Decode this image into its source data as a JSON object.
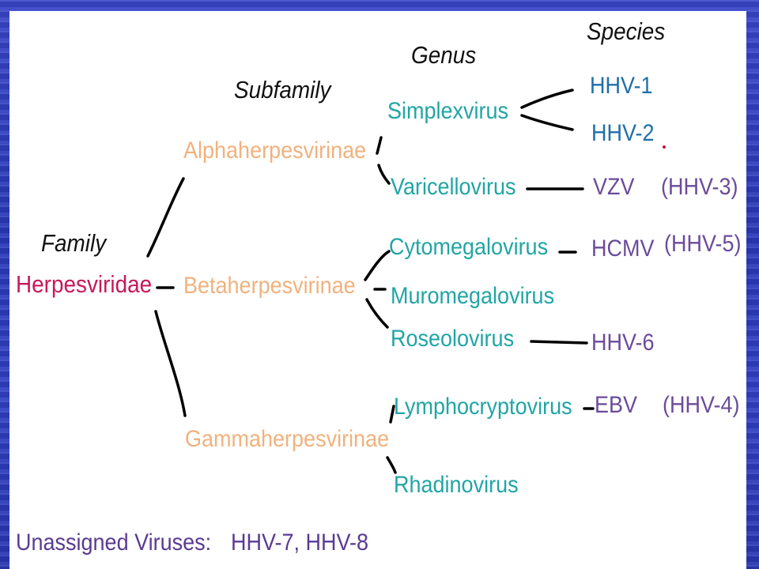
{
  "headings": {
    "family": "Family",
    "subfamily": "Subfamily",
    "genus": "Genus",
    "species": "Species"
  },
  "family": "Herpesviridae",
  "subfamilies": [
    "Alphaherpesvirinae",
    "Betaherpesvirinae",
    "Gammaherpesvirinae"
  ],
  "genera": {
    "simplexvirus": "Simplexvirus",
    "varicellovirus": "Varicellovirus",
    "cytomegalovirus": "Cytomegalovirus",
    "muromegalovirus": "Muromegalovirus",
    "roseolovirus": "Roseolovirus",
    "lymphocryptovirus": "Lymphocryptovirus",
    "rhadinovirus": "Rhadinovirus"
  },
  "species": {
    "hhv1": "HHV-1",
    "hhv2": "HHV-2",
    "vzv": "VZV",
    "vzv_alias": "(HHV-3)",
    "hcmv": "HCMV",
    "hcmv_alias": "(HHV-5)",
    "hhv6": "HHV-6",
    "ebv": "EBV",
    "ebv_alias": "(HHV-4)"
  },
  "unassigned": {
    "label": "Unassigned Viruses:",
    "list": "HHV-7, HHV-8"
  },
  "colors": {
    "family": "#c8195a",
    "subfamily": "#f0b27e",
    "genus": "#21a5a5",
    "species_blue": "#1e6fa8",
    "species_purple": "#6b4b9b",
    "connector": "#000000",
    "border": "#3342c4"
  }
}
